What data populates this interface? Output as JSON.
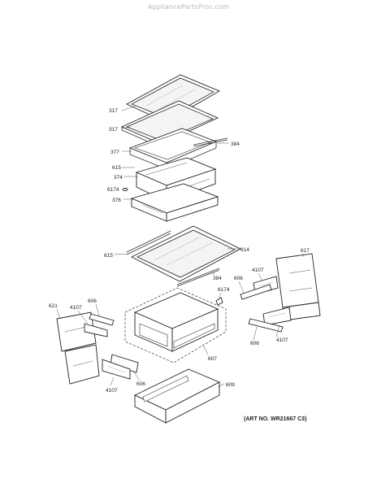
{
  "watermark": "AppliancePartsPros.com",
  "art_number": "(ART NO. WR21667 C3)",
  "callouts": {
    "c317a": "317",
    "c317b": "317",
    "c377": "377",
    "c384a": "384",
    "c615a": "615",
    "c374": "374",
    "c6174a": "6174",
    "c376": "376",
    "c615b": "615",
    "c614": "614",
    "c384b": "384",
    "c617": "617",
    "c4107a": "4107",
    "c606a": "606",
    "c6174b": "6174",
    "c621": "621",
    "c4107b": "4107",
    "c606b": "606",
    "c4107c": "4107",
    "c606c": "606",
    "c607": "607",
    "c606d": "606",
    "c4107d": "4107",
    "c609": "609"
  }
}
